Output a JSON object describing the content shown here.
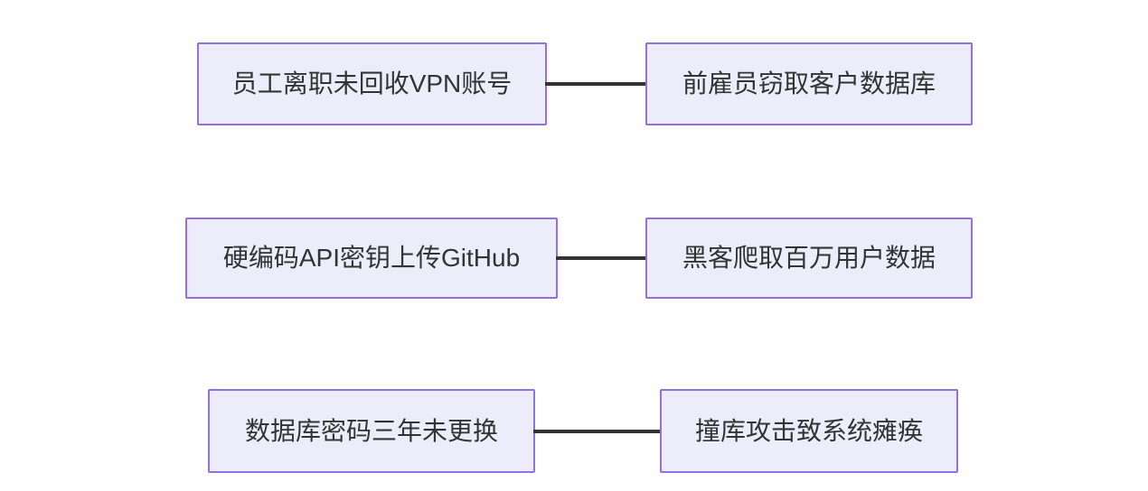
{
  "diagram": {
    "type": "cause-effect-flowchart",
    "rows": [
      {
        "cause": "员工离职未回收VPN账号",
        "effect": "前雇员窃取客户数据库"
      },
      {
        "cause": "硬编码API密钥上传GitHub",
        "effect": "黑客爬取百万用户数据"
      },
      {
        "cause": "数据库密码三年未更换",
        "effect": "撞库攻击致系统瘫痪"
      }
    ],
    "colors": {
      "node_fill": "#ECECFB",
      "node_border": "#9370DB",
      "edge": "#333333",
      "text": "#333333",
      "background": "#FFFFFF"
    }
  }
}
